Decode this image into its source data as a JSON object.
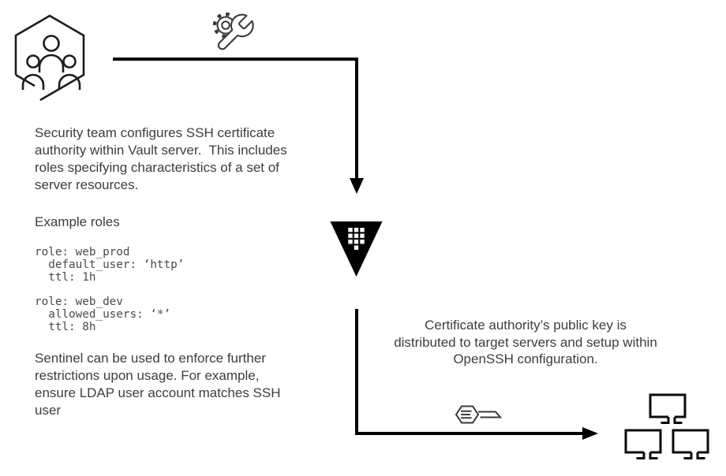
{
  "diagram": {
    "stage1": {
      "description": "Security team configures SSH certificate\nauthority within Vault server.  This includes\nroles specifying characteristics of a set of\nserver resources.",
      "example_heading": "Example roles",
      "example_code": "role: web_prod\n  default_user: ‘http’\n  ttl: 1h\n\nrole: web_dev\n  allowed_users: ‘*’\n  ttl: 8h",
      "sentinel_note": "Sentinel can be used to enforce further\nrestrictions upon usage. For example,\nensure LDAP user account matches SSH\nuser"
    },
    "stage2": {
      "description": "Certificate authority’s public key is\ndistributed to target servers and setup within\nOpenSSH configuration."
    },
    "icons": {
      "team": "security-team-hexagon",
      "configure": "gear-wrench",
      "vault": "vault-logo-triangle",
      "key": "ssh-ca-public-key",
      "servers": "target-server-monitors"
    },
    "colors": {
      "arrow": "#000000",
      "icon_stroke": "#3a3a3a",
      "text": "#3d3d3d",
      "vault_fill": "#000000"
    }
  }
}
